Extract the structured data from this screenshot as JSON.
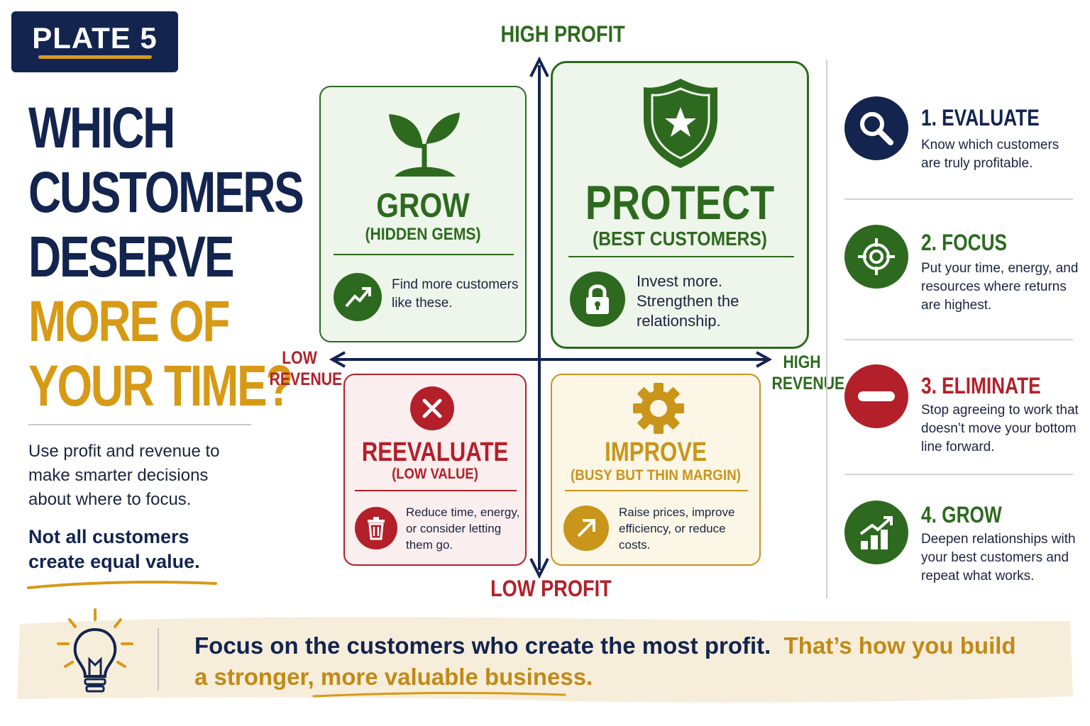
{
  "plate": "PLATE 5",
  "headline": {
    "line1": "WHICH",
    "line2": "CUSTOMERS",
    "line3": "DESERVE",
    "line4": "MORE OF",
    "line5": "YOUR TIME?"
  },
  "intro": "Use profit and revenue to make smarter decisions about where to focus.",
  "tagline": "Not all customers create equal value.",
  "axes": {
    "top": "HIGH PROFIT",
    "bottom": "LOW PROFIT",
    "left_line1": "LOW",
    "left_line2": "REVENUE",
    "right_line1": "HIGH",
    "right_line2": "REVENUE"
  },
  "quadrants": {
    "grow": {
      "title": "GROW",
      "subtitle": "(HIDDEN GEMS)",
      "text": "Find more customers like these.",
      "color": "#2d6a1f"
    },
    "protect": {
      "title": "PROTECT",
      "subtitle": "(BEST CUSTOMERS)",
      "text": "Invest more. Strengthen the relationship.",
      "color": "#2d6a1f"
    },
    "reevaluate": {
      "title": "REEVALUATE",
      "subtitle": "(LOW VALUE)",
      "text": "Reduce time, energy, or consider letting them go.",
      "color": "#b3202a"
    },
    "improve": {
      "title": "IMPROVE",
      "subtitle": "(BUSY BUT THIN MARGIN)",
      "text": "Raise prices, improve efficiency, or reduce costs.",
      "color": "#c9951a"
    }
  },
  "steps": [
    {
      "title": "1. EVALUATE",
      "text": "Know which customers are truly profitable.",
      "icon": "magnifier-icon",
      "color": "#13244f"
    },
    {
      "title": "2. FOCUS",
      "text": "Put your time, energy, and resources where returns are highest.",
      "icon": "target-icon",
      "color": "#2d6a1f"
    },
    {
      "title": "3. ELIMINATE",
      "text": "Stop agreeing to work that doesn’t move your bottom line forward.",
      "icon": "minus-icon",
      "color": "#b3202a"
    },
    {
      "title": "4. GROW",
      "text": "Deepen relationships with your best customers and repeat what works.",
      "icon": "growth-chart-icon",
      "color": "#2d6a1f"
    }
  ],
  "bottom": {
    "part1": "Focus on the customers who create the most profit.",
    "part2": "That’s how you build",
    "part3": "a stronger, more valuable business."
  },
  "colors": {
    "navy": "#13244f",
    "gold": "#d79a16",
    "green": "#2d6a1f",
    "red": "#b3202a"
  }
}
